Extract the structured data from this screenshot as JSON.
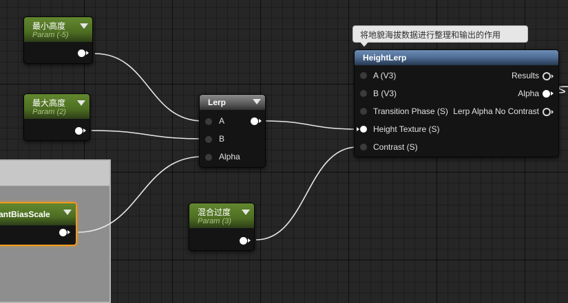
{
  "colors": {
    "param_header": "#4d6e22",
    "lerp_header": "#5a5a5a",
    "heightlerp_header": "#4d6b93",
    "selection": "#f29a1c",
    "wire": "#e8e8e8"
  },
  "nodes": {
    "min_height": {
      "title": "最小高度",
      "subtitle": "Param (-5)"
    },
    "max_height": {
      "title": "最大高度",
      "subtitle": "Param (2)"
    },
    "bias_scale": {
      "title": "tantBiasScale"
    },
    "blend": {
      "title": "混合过度",
      "subtitle": "Param (3)"
    },
    "lerp": {
      "title": "Lerp",
      "pins": [
        "A",
        "B",
        "Alpha"
      ]
    },
    "heightlerp": {
      "title": "HeightLerp",
      "comment": "将地貌海拔数据进行整理和输出的作用",
      "inputs": [
        "A (V3)",
        "B (V3)",
        "Transition Phase (S)",
        "Height Texture (S)",
        "Contrast (S)"
      ],
      "outputs": [
        "Results",
        "Alpha",
        "Lerp Alpha No Contrast"
      ]
    }
  }
}
